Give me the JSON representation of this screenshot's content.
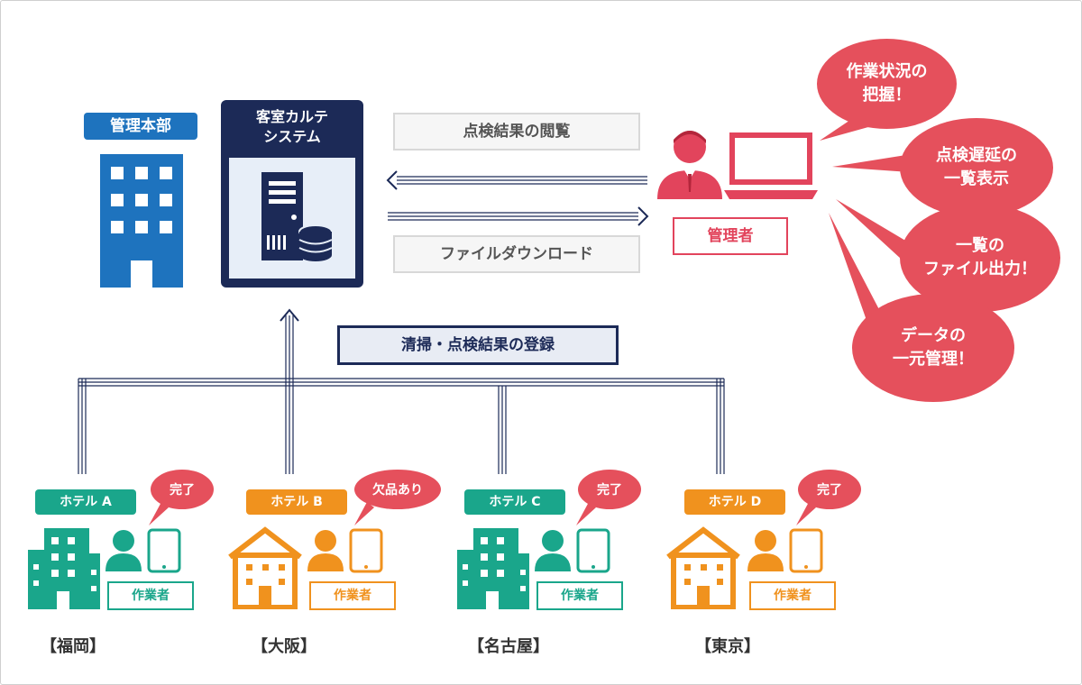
{
  "hq": {
    "label": "管理本部",
    "icon": "office-building-icon"
  },
  "system": {
    "title": "客室カルテ\nシステム",
    "icon": "server-database-icon"
  },
  "flows": {
    "view": "点検結果の閲覧",
    "download": "ファイルダウンロード",
    "register": "清掃・点検結果の登録"
  },
  "manager": {
    "label": "管理者",
    "icons": [
      "person-icon",
      "laptop-icon"
    ]
  },
  "benefits": [
    "作業状況の\n把握！",
    "点検遅延の\n一覧表示",
    "一覧の\nファイル出力！",
    "データの\n一元管理！"
  ],
  "hotels": [
    {
      "tag": "ホテル A",
      "status": "完了",
      "worker": "作業者",
      "city": "【福岡】",
      "color": "green"
    },
    {
      "tag": "ホテル B",
      "status": "欠品あり",
      "worker": "作業者",
      "city": "【大阪】",
      "color": "orange"
    },
    {
      "tag": "ホテル C",
      "status": "完了",
      "worker": "作業者",
      "city": "【名古屋】",
      "color": "green"
    },
    {
      "tag": "ホテル D",
      "status": "完了",
      "worker": "作業者",
      "city": "【東京】",
      "color": "orange"
    }
  ],
  "colors": {
    "navy": "#1c2a57",
    "blue": "#1e73be",
    "red": "#e5505c",
    "green": "#1aa68b",
    "orange": "#f0921e"
  }
}
